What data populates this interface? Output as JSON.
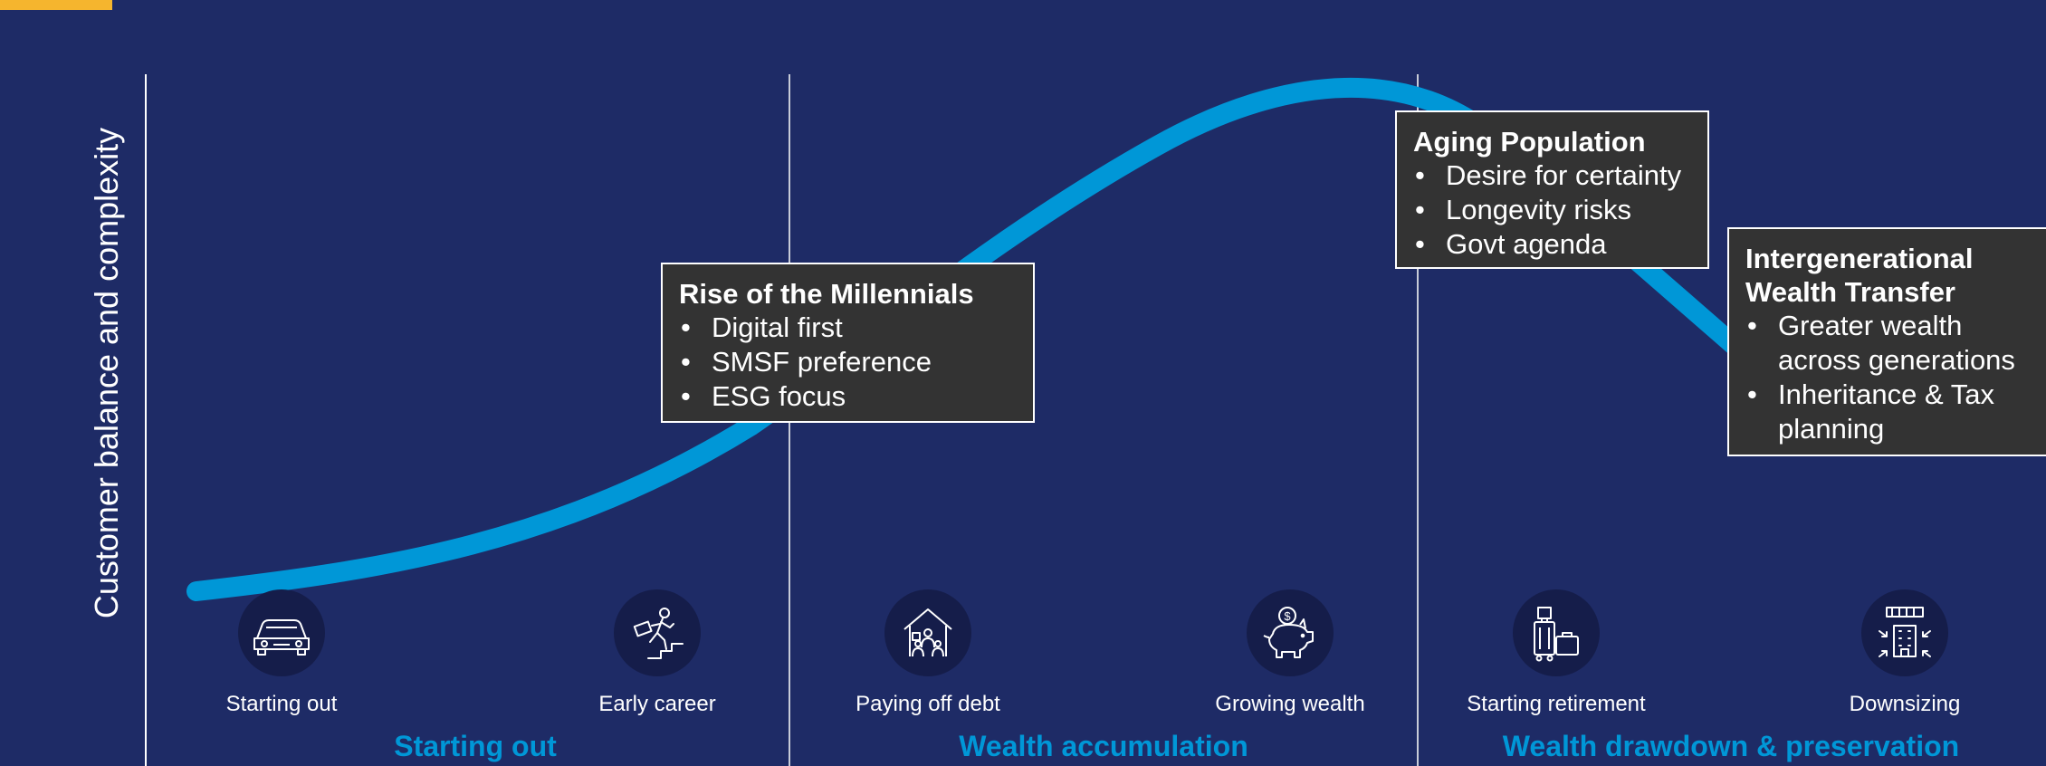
{
  "colors": {
    "background": "#1e2b66",
    "accent_bar": "#f5b52e",
    "curve": "#0097d7",
    "phase_label": "#0097d7",
    "callout_bg": "#333333",
    "icon_circle": "#151d4a"
  },
  "y_axis_label": "Customer balance and complexity",
  "callouts": [
    {
      "title": "Rise of the Millennials",
      "bullets": [
        "Digital first",
        "SMSF preference",
        "ESG focus"
      ]
    },
    {
      "title": "Aging Population",
      "bullets": [
        "Desire for certainty",
        "Longevity risks",
        "Govt agenda"
      ]
    },
    {
      "title": "Intergenerational Wealth Transfer",
      "bullets": [
        "Greater wealth across generations",
        "Inheritance & Tax planning"
      ]
    }
  ],
  "stages": [
    {
      "label": "Starting out",
      "icon": "car-icon"
    },
    {
      "label": "Early career",
      "icon": "climbing-stairs-icon"
    },
    {
      "label": "Paying off debt",
      "icon": "house-family-icon"
    },
    {
      "label": "Growing wealth",
      "icon": "piggy-bank-icon"
    },
    {
      "label": "Starting retirement",
      "icon": "luggage-icon"
    },
    {
      "label": "Downsizing",
      "icon": "downsize-building-icon"
    }
  ],
  "phases": [
    "Starting out",
    "Wealth accumulation",
    "Wealth drawdown & preservation"
  ]
}
